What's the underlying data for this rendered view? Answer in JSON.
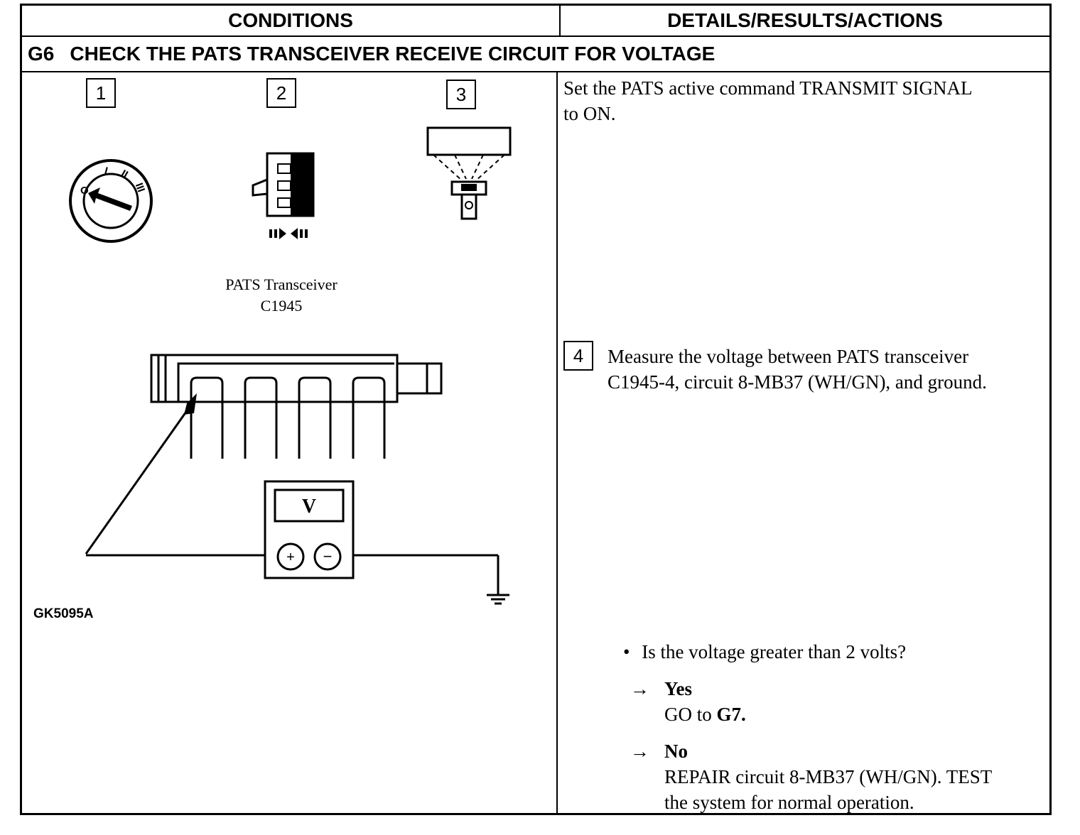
{
  "header": {
    "conditions": "CONDITIONS",
    "details": "DETAILS/RESULTS/ACTIONS"
  },
  "step": {
    "code": "G6",
    "title": "CHECK THE PATS TRANSCEIVER RECEIVE CIRCUIT FOR VOLTAGE"
  },
  "conditions": {
    "step_numbers": [
      "1",
      "2",
      "3"
    ],
    "ignition_positions": [
      "O",
      "I",
      "II",
      "III"
    ],
    "connector_label_line1": "PATS Transceiver",
    "connector_label_line2": "C1945",
    "meter_symbol": "V",
    "meter_plus": "+",
    "meter_minus": "−",
    "figure_id": "GK5095A"
  },
  "actions": {
    "instruction_1_line1": "Set the PATS active command TRANSMIT SIGNAL",
    "instruction_1_line2": "to ON.",
    "step4_number": "4",
    "instruction_4_line1": "Measure the voltage between PATS transceiver",
    "instruction_4_line2": "C1945-4, circuit 8-MB37 (WH/GN), and ground.",
    "bullet": "•",
    "question": "Is the voltage greater than 2 volts?",
    "arrow": "→",
    "yes_label": "Yes",
    "yes_text_prefix": "GO to ",
    "yes_text_ref": "G7.",
    "no_label": "No",
    "no_text_line1": "REPAIR circuit 8-MB37 (WH/GN). TEST",
    "no_text_line2": "the system for normal operation."
  }
}
